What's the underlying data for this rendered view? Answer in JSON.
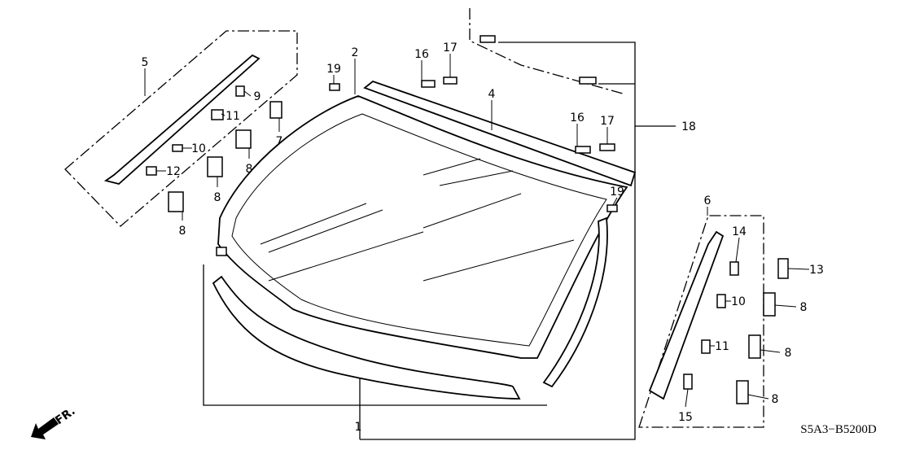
{
  "callouts": [
    "1",
    "2",
    "4",
    "5",
    "6",
    "7",
    "8",
    "9",
    "10",
    "11",
    "12",
    "13",
    "14",
    "15",
    "16",
    "17",
    "18",
    "19"
  ],
  "diagram_code": "S5A3−B5200D",
  "front_indicator": "FR."
}
